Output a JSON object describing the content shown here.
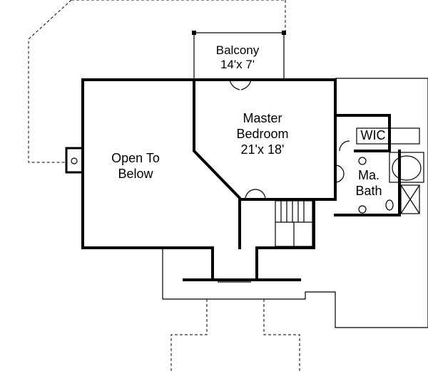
{
  "plan": {
    "rooms": [
      {
        "id": "balcony",
        "name": "Balcony",
        "size": "14'x 7'"
      },
      {
        "id": "master-bedroom",
        "name": "Master",
        "name2": "Bedroom",
        "size": "21'x 18'"
      },
      {
        "id": "open-to-below",
        "name": "Open To",
        "name2": "Below"
      },
      {
        "id": "wic",
        "name": "WIC"
      },
      {
        "id": "master-bath",
        "name": "Ma.",
        "name2": "Bath"
      }
    ]
  }
}
